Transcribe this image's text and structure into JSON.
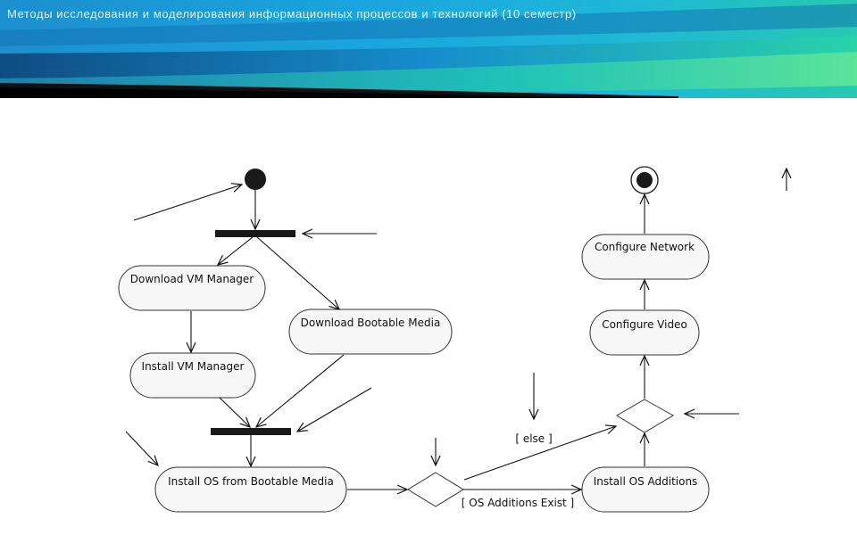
{
  "header": {
    "title": "Методы исследования и моделирования информационных процессов и технологий (10 семестр)"
  },
  "diagram": {
    "activities": {
      "download_vm_manager": "Download VM Manager",
      "download_bootable_media": "Download Bootable Media",
      "install_vm_manager": "Install VM Manager",
      "install_os": "Install OS from Bootable Media",
      "install_os_additions": "Install OS Additions",
      "configure_video": "Configure Video",
      "configure_network": "Configure Network"
    },
    "guards": {
      "else": "[ else ]",
      "os_additions_exist": "[ OS Additions Exist ]"
    }
  }
}
